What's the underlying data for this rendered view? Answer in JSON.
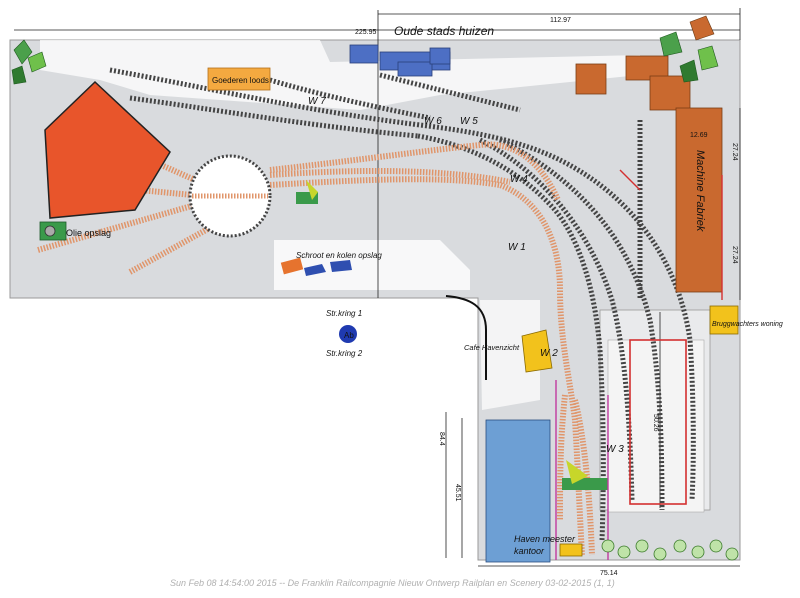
{
  "title": "Oude stads huizen",
  "dimensions": {
    "total_width": "225.95",
    "right_width": "112.97",
    "bottom_width": "75.14",
    "vertical_left": "84.4",
    "vertical_mid": "45.51",
    "fabriek_width": "12.69",
    "fabriek_seg1": "27.24",
    "fabriek_seg2": "27.24",
    "yard_height": "50.26"
  },
  "labels": {
    "goederen_loods": "Goederen loods",
    "olie_opslag": "Olie opslag",
    "schroot": "Schroot en kolen opslag",
    "machine_fabriek": "Machine Fabriek",
    "cafe": "Cafe Havenzicht",
    "brugwachter": "Bruggwachters woning",
    "haven_meester_1": "Haven meester",
    "haven_meester_2": "kantoor",
    "strkring1": "Str.kring 1",
    "strkring2": "Str.kring 2",
    "strkring_badge": "Ab"
  },
  "switches": {
    "w1": "W 1",
    "w2": "W 2",
    "w3": "W 3",
    "w4": "W 4",
    "w5": "W 5",
    "w6": "W 6",
    "w7": "W 7"
  },
  "footer": "Sun Feb 08 14:54:00 2015 -- De Franklin Railcompagnie Nieuw Ontwerp Railplan en Scenery 03-02-2015 (1, 1)",
  "colors": {
    "base": "#d9dbde",
    "track_dark": "#444444",
    "track_orange": "#e0956a",
    "roundhouse": "#e8552b",
    "fabriek": "#c9692f",
    "houses": "#4d6fc4",
    "loods": "#f4a940",
    "water": "#6d9fd4",
    "cafe": "#f2c21c"
  }
}
